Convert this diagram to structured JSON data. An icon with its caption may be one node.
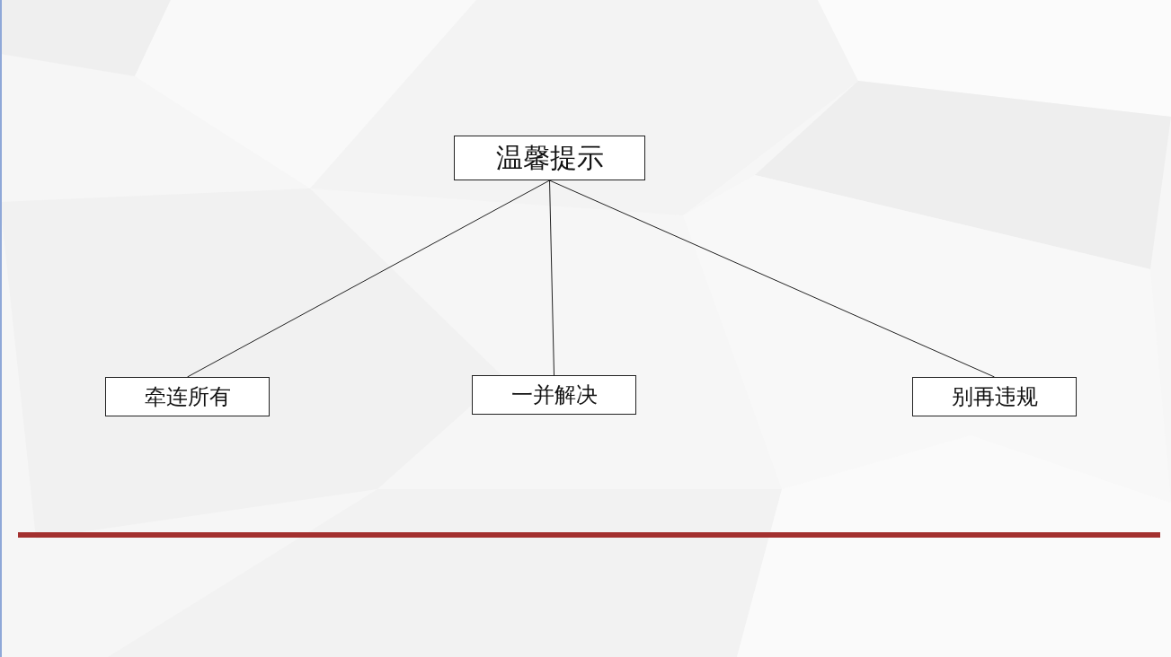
{
  "diagram": {
    "nodes": [
      {
        "text": [
          "温馨提示"
        ]
      },
      {
        "text": [
          "牵连所有"
        ]
      },
      {
        "text": [
          "一并解决"
        ]
      },
      {
        "text": [
          "别再违规"
        ]
      }
    ],
    "edges": [
      {
        "from": 0,
        "to": 1,
        "arrow": "none"
      },
      {
        "from": 0,
        "to": 2,
        "arrow": "none"
      },
      {
        "from": 0,
        "to": 3,
        "arrow": "none"
      }
    ]
  }
}
